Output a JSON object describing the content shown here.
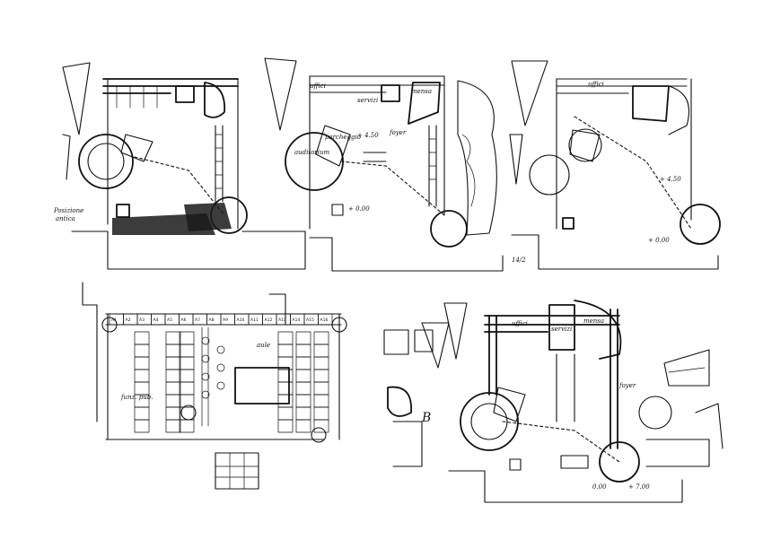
{
  "notes": {
    "s1_site": "Posizione",
    "s1_site2": "antica",
    "s2_uffici": "uffici",
    "s2_servizi": "servizi",
    "s2_mensa": "mensa",
    "s2_auditorium": "auditorium",
    "s2_parcheggio": "parcheggio",
    "s2_level": "+ 0.00",
    "s2_level2": "+ 4.50",
    "s2_foyer": "foyer",
    "s2_date": "14/2",
    "s3_uffici": "uffici",
    "s3_level": "+ 4.50",
    "s3_level2": "+ 0.00",
    "s4_funz": "funz. pub.",
    "s4_aule": "aule",
    "s5_uffici": "uffici",
    "s5_servizi": "servizi",
    "s5_mensa": "mensa",
    "s5_foyer": "foyer",
    "s5_level": "0.00",
    "s5_level2": "+ 7.00",
    "s5_mark": "B"
  },
  "grid_cells": [
    "A1",
    "A2",
    "A3",
    "A4",
    "A5",
    "A6",
    "A7",
    "A8",
    "A9",
    "A10",
    "A11",
    "A12",
    "A13",
    "A14",
    "A15",
    "A16"
  ]
}
